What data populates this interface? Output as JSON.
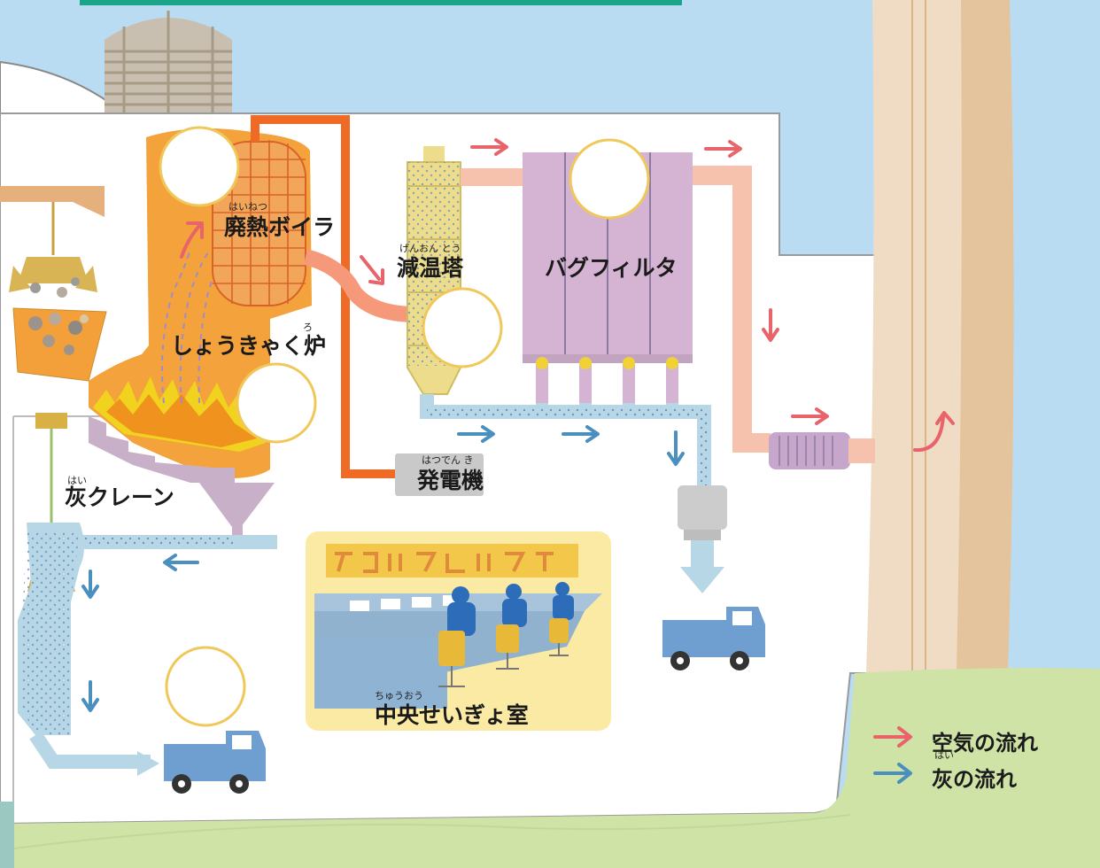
{
  "labels": {
    "boiler": {
      "text": "廃熱ボイラ",
      "ruby": "はいねつ"
    },
    "tower": {
      "text": "減温塔",
      "ruby": "げんおん とう"
    },
    "bagfilter": {
      "text": "バグフィルタ"
    },
    "incinerator": {
      "text": "しょうきゃく炉",
      "ruby": "ろ"
    },
    "generator": {
      "text": "発電機",
      "ruby": "はつでん き"
    },
    "ash_crane": {
      "text": "灰クレーン",
      "ruby": "はい"
    },
    "control_room": {
      "text": "中央せいぎょ室",
      "ruby": "ちゅうおう"
    }
  },
  "legend": {
    "air": {
      "text": "空気の流れ",
      "color": "#e8636a"
    },
    "ash": {
      "text": "灰の流れ",
      "ruby": "はい",
      "color": "#4a8fbe"
    }
  },
  "colors": {
    "sky": "#b9dcf2",
    "ground": "#cfe3a6",
    "furnace": "#f3a23c",
    "bagfilter": "#d4b4d2",
    "tower": "#ecdc8c",
    "ash_pipe": "#b7d6e6",
    "air_pipe": "#f6c2ae",
    "stack": "#f0dcc4"
  }
}
